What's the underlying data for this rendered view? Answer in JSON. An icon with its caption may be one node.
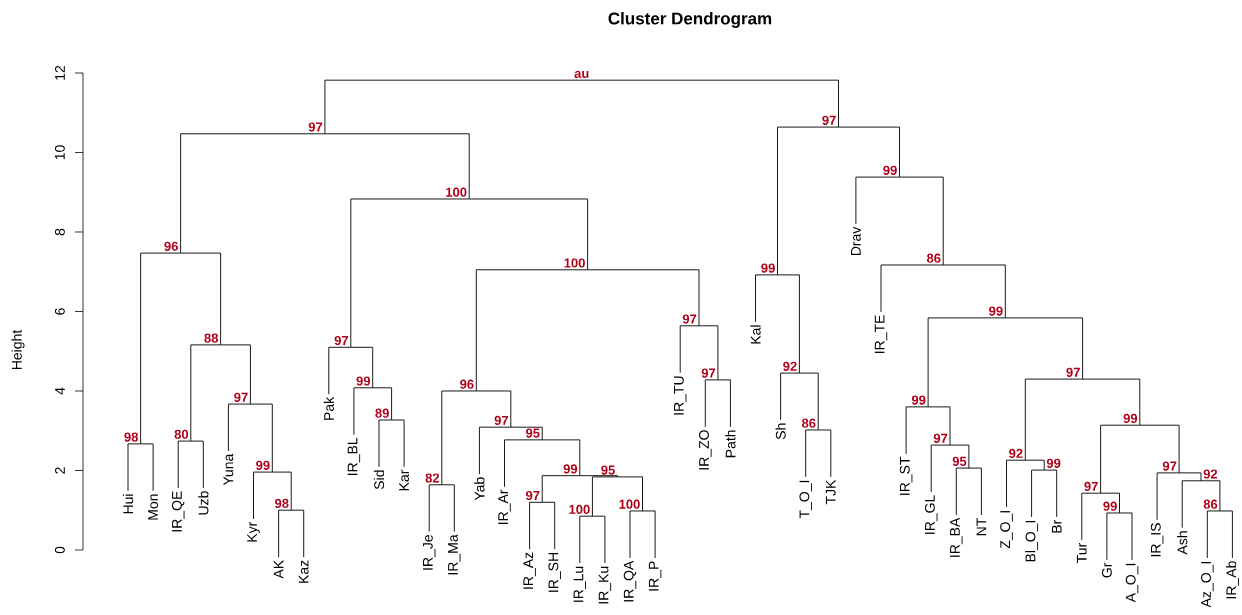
{
  "diagram": {
    "title": "Cluster Dendrogram",
    "nodes": [
      {
        "text": [
          "Hui"
        ]
      },
      {
        "text": [
          "Mon"
        ]
      },
      {
        "text": [
          "IR_QE"
        ]
      },
      {
        "text": [
          "Uzb"
        ]
      },
      {
        "text": [
          "Yuna"
        ]
      },
      {
        "text": [
          "Kyr"
        ]
      },
      {
        "text": [
          "AK"
        ]
      },
      {
        "text": [
          "Kaz"
        ]
      },
      {
        "text": [
          "Pak"
        ]
      },
      {
        "text": [
          "IR_BL"
        ]
      },
      {
        "text": [
          "Sid"
        ]
      },
      {
        "text": [
          "Kar"
        ]
      },
      {
        "text": [
          "IR_Je"
        ]
      },
      {
        "text": [
          "IR_Ma"
        ]
      },
      {
        "text": [
          "Yab"
        ]
      },
      {
        "text": [
          "IR_Ar"
        ]
      },
      {
        "text": [
          "IR_Az"
        ]
      },
      {
        "text": [
          "IR_SH"
        ]
      },
      {
        "text": [
          "IR_Lu"
        ]
      },
      {
        "text": [
          "IR_Ku"
        ]
      },
      {
        "text": [
          "IR_QA"
        ]
      },
      {
        "text": [
          "IR_P"
        ]
      },
      {
        "text": [
          "IR_TU"
        ]
      },
      {
        "text": [
          "IR_ZO"
        ]
      },
      {
        "text": [
          "Path"
        ]
      },
      {
        "text": [
          "Kal"
        ]
      },
      {
        "text": [
          "Sh"
        ]
      },
      {
        "text": [
          "T_O_I"
        ]
      },
      {
        "text": [
          "TJK"
        ]
      },
      {
        "text": [
          "Drav"
        ]
      },
      {
        "text": [
          "IR_TE"
        ]
      },
      {
        "text": [
          "IR_ST"
        ]
      },
      {
        "text": [
          "IR_GL"
        ]
      },
      {
        "text": [
          "IR_BA"
        ]
      },
      {
        "text": [
          "NT"
        ]
      },
      {
        "text": [
          "Z_O_I"
        ]
      },
      {
        "text": [
          "Bl_O_I"
        ]
      },
      {
        "text": [
          "Br"
        ]
      },
      {
        "text": [
          "Tur"
        ]
      },
      {
        "text": [
          "Gr"
        ]
      },
      {
        "text": [
          "A_O_I"
        ]
      },
      {
        "text": [
          "IR_IS"
        ]
      },
      {
        "text": [
          "Ash"
        ]
      },
      {
        "text": [
          "Az_O_I"
        ]
      },
      {
        "text": [
          "IR_Ab"
        ]
      },
      {
        "text": [
          "98"
        ]
      },
      {
        "text": [
          "80"
        ]
      },
      {
        "text": [
          "98"
        ]
      },
      {
        "text": [
          "99"
        ]
      },
      {
        "text": [
          "97"
        ]
      },
      {
        "text": [
          "88"
        ]
      },
      {
        "text": [
          "96"
        ]
      },
      {
        "text": [
          "89"
        ]
      },
      {
        "text": [
          "99"
        ]
      },
      {
        "text": [
          "97"
        ]
      },
      {
        "text": [
          "82"
        ]
      },
      {
        "text": [
          "97"
        ]
      },
      {
        "text": [
          "100"
        ]
      },
      {
        "text": [
          "100"
        ]
      },
      {
        "text": [
          "95"
        ]
      },
      {
        "text": [
          "99"
        ]
      },
      {
        "text": [
          "95"
        ]
      },
      {
        "text": [
          "97"
        ]
      },
      {
        "text": [
          "96"
        ]
      },
      {
        "text": [
          "97"
        ]
      },
      {
        "text": [
          "97"
        ]
      },
      {
        "text": [
          "100"
        ]
      },
      {
        "text": [
          "100"
        ]
      },
      {
        "text": [
          "97"
        ]
      },
      {
        "text": [
          "86"
        ]
      },
      {
        "text": [
          "92"
        ]
      },
      {
        "text": [
          "99"
        ]
      },
      {
        "text": [
          "95"
        ]
      },
      {
        "text": [
          "97"
        ]
      },
      {
        "text": [
          "99"
        ]
      },
      {
        "text": [
          "99"
        ]
      },
      {
        "text": [
          "92"
        ]
      },
      {
        "text": [
          "99"
        ]
      },
      {
        "text": [
          "97"
        ]
      },
      {
        "text": [
          "86"
        ]
      },
      {
        "text": [
          "92"
        ]
      },
      {
        "text": [
          "97"
        ]
      },
      {
        "text": [
          "99"
        ]
      },
      {
        "text": [
          "97"
        ]
      },
      {
        "text": [
          "99"
        ]
      },
      {
        "text": [
          "86"
        ]
      },
      {
        "text": [
          "99"
        ]
      },
      {
        "text": [
          "97"
        ]
      },
      {
        "text": [
          "au"
        ]
      }
    ],
    "edges": [
      {
        "from": 45,
        "to": 0,
        "arrow": "none"
      },
      {
        "from": 45,
        "to": 1,
        "arrow": "none"
      },
      {
        "from": 46,
        "to": 2,
        "arrow": "none"
      },
      {
        "from": 46,
        "to": 3,
        "arrow": "none"
      },
      {
        "from": 47,
        "to": 6,
        "arrow": "none"
      },
      {
        "from": 47,
        "to": 7,
        "arrow": "none"
      },
      {
        "from": 48,
        "to": 5,
        "arrow": "none"
      },
      {
        "from": 48,
        "to": 47,
        "arrow": "none"
      },
      {
        "from": 49,
        "to": 4,
        "arrow": "none"
      },
      {
        "from": 49,
        "to": 48,
        "arrow": "none"
      },
      {
        "from": 50,
        "to": 46,
        "arrow": "none"
      },
      {
        "from": 50,
        "to": 49,
        "arrow": "none"
      },
      {
        "from": 51,
        "to": 45,
        "arrow": "none"
      },
      {
        "from": 51,
        "to": 50,
        "arrow": "none"
      },
      {
        "from": 52,
        "to": 10,
        "arrow": "none"
      },
      {
        "from": 52,
        "to": 11,
        "arrow": "none"
      },
      {
        "from": 53,
        "to": 9,
        "arrow": "none"
      },
      {
        "from": 53,
        "to": 52,
        "arrow": "none"
      },
      {
        "from": 54,
        "to": 8,
        "arrow": "none"
      },
      {
        "from": 54,
        "to": 53,
        "arrow": "none"
      },
      {
        "from": 55,
        "to": 12,
        "arrow": "none"
      },
      {
        "from": 55,
        "to": 13,
        "arrow": "none"
      },
      {
        "from": 56,
        "to": 16,
        "arrow": "none"
      },
      {
        "from": 56,
        "to": 17,
        "arrow": "none"
      },
      {
        "from": 57,
        "to": 18,
        "arrow": "none"
      },
      {
        "from": 57,
        "to": 19,
        "arrow": "none"
      },
      {
        "from": 58,
        "to": 20,
        "arrow": "none"
      },
      {
        "from": 58,
        "to": 21,
        "arrow": "none"
      },
      {
        "from": 59,
        "to": 57,
        "arrow": "none"
      },
      {
        "from": 59,
        "to": 58,
        "arrow": "none"
      },
      {
        "from": 60,
        "to": 56,
        "arrow": "none"
      },
      {
        "from": 60,
        "to": 59,
        "arrow": "none"
      },
      {
        "from": 61,
        "to": 15,
        "arrow": "none"
      },
      {
        "from": 61,
        "to": 60,
        "arrow": "none"
      },
      {
        "from": 62,
        "to": 14,
        "arrow": "none"
      },
      {
        "from": 62,
        "to": 61,
        "arrow": "none"
      },
      {
        "from": 63,
        "to": 55,
        "arrow": "none"
      },
      {
        "from": 63,
        "to": 62,
        "arrow": "none"
      },
      {
        "from": 64,
        "to": 23,
        "arrow": "none"
      },
      {
        "from": 64,
        "to": 24,
        "arrow": "none"
      },
      {
        "from": 65,
        "to": 22,
        "arrow": "none"
      },
      {
        "from": 65,
        "to": 64,
        "arrow": "none"
      },
      {
        "from": 66,
        "to": 63,
        "arrow": "none"
      },
      {
        "from": 66,
        "to": 65,
        "arrow": "none"
      },
      {
        "from": 67,
        "to": 54,
        "arrow": "none"
      },
      {
        "from": 67,
        "to": 66,
        "arrow": "none"
      },
      {
        "from": 68,
        "to": 51,
        "arrow": "none"
      },
      {
        "from": 68,
        "to": 67,
        "arrow": "none"
      },
      {
        "from": 69,
        "to": 27,
        "arrow": "none"
      },
      {
        "from": 69,
        "to": 28,
        "arrow": "none"
      },
      {
        "from": 70,
        "to": 26,
        "arrow": "none"
      },
      {
        "from": 70,
        "to": 69,
        "arrow": "none"
      },
      {
        "from": 71,
        "to": 25,
        "arrow": "none"
      },
      {
        "from": 71,
        "to": 70,
        "arrow": "none"
      },
      {
        "from": 72,
        "to": 33,
        "arrow": "none"
      },
      {
        "from": 72,
        "to": 34,
        "arrow": "none"
      },
      {
        "from": 73,
        "to": 32,
        "arrow": "none"
      },
      {
        "from": 73,
        "to": 72,
        "arrow": "none"
      },
      {
        "from": 74,
        "to": 31,
        "arrow": "none"
      },
      {
        "from": 74,
        "to": 73,
        "arrow": "none"
      },
      {
        "from": 75,
        "to": 36,
        "arrow": "none"
      },
      {
        "from": 75,
        "to": 37,
        "arrow": "none"
      },
      {
        "from": 76,
        "to": 35,
        "arrow": "none"
      },
      {
        "from": 76,
        "to": 75,
        "arrow": "none"
      },
      {
        "from": 77,
        "to": 39,
        "arrow": "none"
      },
      {
        "from": 77,
        "to": 40,
        "arrow": "none"
      },
      {
        "from": 78,
        "to": 38,
        "arrow": "none"
      },
      {
        "from": 78,
        "to": 77,
        "arrow": "none"
      },
      {
        "from": 79,
        "to": 43,
        "arrow": "none"
      },
      {
        "from": 79,
        "to": 44,
        "arrow": "none"
      },
      {
        "from": 80,
        "to": 42,
        "arrow": "none"
      },
      {
        "from": 80,
        "to": 79,
        "arrow": "none"
      },
      {
        "from": 81,
        "to": 41,
        "arrow": "none"
      },
      {
        "from": 81,
        "to": 80,
        "arrow": "none"
      },
      {
        "from": 82,
        "to": 78,
        "arrow": "none"
      },
      {
        "from": 82,
        "to": 81,
        "arrow": "none"
      },
      {
        "from": 83,
        "to": 76,
        "arrow": "none"
      },
      {
        "from": 83,
        "to": 82,
        "arrow": "none"
      },
      {
        "from": 84,
        "to": 74,
        "arrow": "none"
      },
      {
        "from": 84,
        "to": 83,
        "arrow": "none"
      },
      {
        "from": 85,
        "to": 30,
        "arrow": "none"
      },
      {
        "from": 85,
        "to": 84,
        "arrow": "none"
      },
      {
        "from": 86,
        "to": 29,
        "arrow": "none"
      },
      {
        "from": 86,
        "to": 85,
        "arrow": "none"
      },
      {
        "from": 87,
        "to": 71,
        "arrow": "none"
      },
      {
        "from": 87,
        "to": 86,
        "arrow": "none"
      },
      {
        "from": 88,
        "to": 68,
        "arrow": "none"
      },
      {
        "from": 88,
        "to": 87,
        "arrow": "none"
      }
    ],
    "labels": [
      "Height",
      "0",
      "2",
      "4",
      "6",
      "8",
      "10",
      "12"
    ]
  }
}
